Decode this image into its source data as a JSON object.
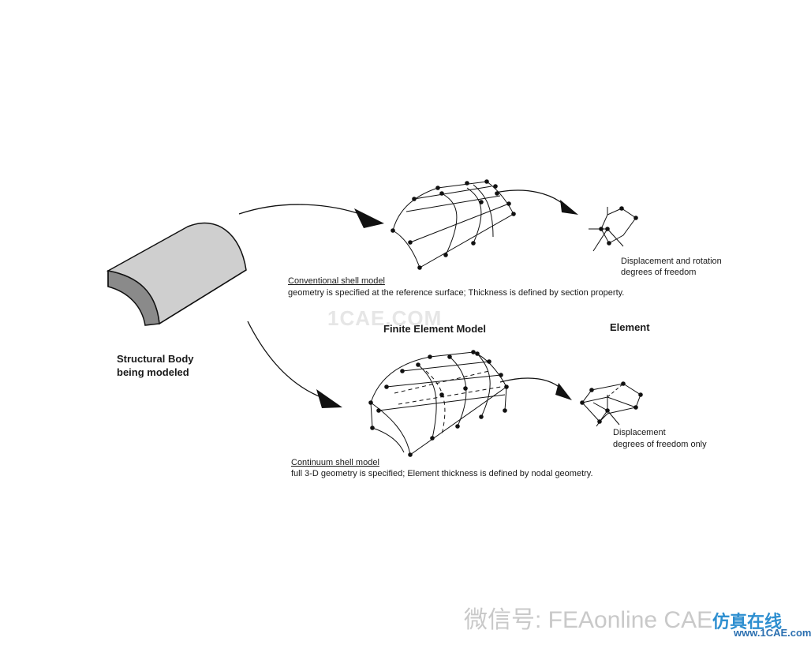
{
  "labels": {
    "structural_body_line1": "Structural Body",
    "structural_body_line2": "being modeled",
    "fe_model_heading": "Finite Element Model",
    "element_heading": "Element"
  },
  "conventional": {
    "title": "Conventional shell model",
    "description": "geometry is specified at the reference surface; Thickness is defined by section property.",
    "dof_line1": "Displacement and rotation",
    "dof_line2": "degrees of freedom"
  },
  "continuum": {
    "title": "Continuum shell model",
    "description": "full 3-D geometry is specified; Element thickness is defined by nodal geometry.",
    "dof_line1": "Displacement",
    "dof_line2": "degrees of freedom only"
  },
  "watermarks": {
    "center": "1CAE.COM",
    "footer": "微信号: FEAonline CAE",
    "brand_cn": "仿真在线",
    "brand_url": "www.1CAE.com"
  },
  "colors": {
    "body_face": "#cfcfcf",
    "body_end": "#8a8a8a",
    "line": "#111111"
  }
}
